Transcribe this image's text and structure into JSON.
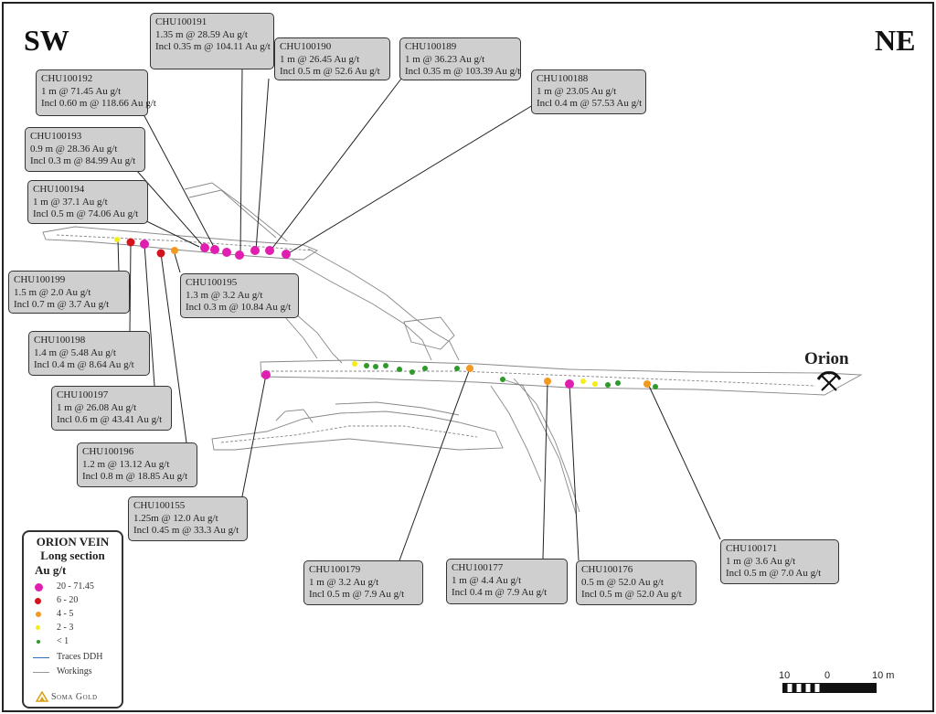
{
  "directions": {
    "left": "SW",
    "right": "NE"
  },
  "mine_label": "Orion",
  "colors": {
    "magenta": "#e01fb0",
    "red": "#d4141c",
    "orange": "#f29a1f",
    "yellow": "#f5ee16",
    "green": "#2f9a2a",
    "ddh": "#2d6fb3",
    "workings": "#999999",
    "callout_bg": "#cfcfcf"
  },
  "callouts": [
    {
      "id": "CHU100191",
      "line1": "1.35 m @ 28.59 Au g/t",
      "line2": "Incl 0.35 m @ 104.11 Au g/t"
    },
    {
      "id": "CHU100190",
      "line1": "1 m @ 26.45 Au g/t",
      "line2": "Incl 0.5 m @ 52.6 Au g/t"
    },
    {
      "id": "CHU100189",
      "line1": "1 m @ 36.23 Au g/t",
      "line2": "Incl 0.35 m @ 103.39 Au g/t"
    },
    {
      "id": "CHU100188",
      "line1": "1 m @ 23.05 Au g/t",
      "line2": "Incl 0.4 m @ 57.53 Au g/t"
    },
    {
      "id": "CHU100192",
      "line1": "1 m @ 71.45 Au g/t",
      "line2": "Incl 0.60 m @ 118.66 Au g/t"
    },
    {
      "id": "CHU100193",
      "line1": "0.9 m @ 28.36 Au g/t",
      "line2": "Incl 0.3 m @ 84.99 Au g/t"
    },
    {
      "id": "CHU100194",
      "line1": "1 m @ 37.1 Au g/t",
      "line2": "Incl 0.5 m @ 74.06 Au g/t"
    },
    {
      "id": "CHU100199",
      "line1": "1.5 m @ 2.0 Au g/t",
      "line2": "Incl 0.7 m @ 3.7 Au g/t"
    },
    {
      "id": "CHU100195",
      "line1": "1.3 m @ 3.2 Au g/t",
      "line2": "Incl 0.3 m @ 10.84 Au g/t"
    },
    {
      "id": "CHU100198",
      "line1": "1.4 m @ 5.48 Au g/t",
      "line2": "Incl 0.4 m @ 8.64 Au g/t"
    },
    {
      "id": "CHU100197",
      "line1": "1 m @ 26.08 Au g/t",
      "line2": "Incl 0.6 m @ 43.41 Au g/t"
    },
    {
      "id": "CHU100196",
      "line1": "1.2 m @ 13.12 Au g/t",
      "line2": "Incl 0.8 m @ 18.85 Au g/t"
    },
    {
      "id": "CHU100155",
      "line1": "1.25m @ 12.0 Au g/t",
      "line2": "Incl 0.45 m @ 33.3 Au g/t"
    },
    {
      "id": "CHU100179",
      "line1": "1 m @ 3.2 Au g/t",
      "line2": "Incl 0.5 m @ 7.9 Au g/t"
    },
    {
      "id": "CHU100177",
      "line1": "1 m @ 4.4 Au g/t",
      "line2": "Incl 0.4 m @ 7.9 Au g/t"
    },
    {
      "id": "CHU100176",
      "line1": "0.5 m @ 52.0 Au g/t",
      "line2": "Incl 0.5 m @ 52.0 Au g/t"
    },
    {
      "id": "CHU100171",
      "line1": "1 m @ 3.6 Au g/t",
      "line2": "Incl 0.5 m @ 7.0 Au g/t"
    }
  ],
  "legend": {
    "title1": "ORION VEIN",
    "title2": "Long section",
    "title3": "Au g/t",
    "grades": [
      {
        "label": "20 - 71.45",
        "color": "magenta"
      },
      {
        "label": "6 - 20",
        "color": "red"
      },
      {
        "label": "4 - 5",
        "color": "orange"
      },
      {
        "label": "2 - 3",
        "color": "yellow"
      },
      {
        "label": "< 1",
        "color": "green"
      }
    ],
    "traces_label": "Traces DDH",
    "workings_label": "Workings",
    "logo_text": "Soma Gold"
  },
  "scale_bar": {
    "left": "10",
    "middle": "0",
    "right": "10 m"
  }
}
